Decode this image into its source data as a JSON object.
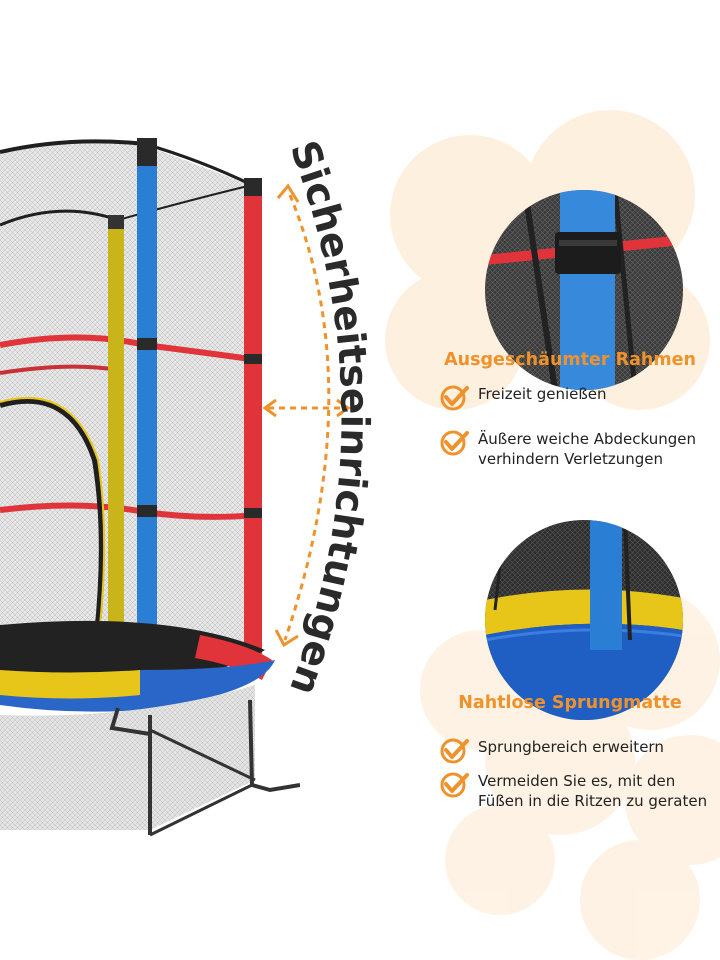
{
  "curved_title": "Sicherheitseinrichtungen",
  "features": [
    {
      "title": "Ausgeschäumter Rahmen",
      "bullets": [
        "Freizeit genießen",
        "Äußere weiche Abdeckungen verhindern Verletzungen"
      ]
    },
    {
      "title": "Nahtlose Sprungmatte",
      "bullets": [
        "Sprungbereich erweitern",
        "Vermeiden Sie es, mit den Füßen in die Ritzen zu geraten"
      ]
    }
  ],
  "colors": {
    "accent": "#f0922b",
    "text": "#222222",
    "frame_blue": "#2a7fd4",
    "frame_red": "#e0343a",
    "frame_yellow": "#e8c619",
    "flower": "#fde9cc"
  },
  "icons": [
    "check-icon",
    "double-arrow-icon",
    "flower-decoration"
  ]
}
